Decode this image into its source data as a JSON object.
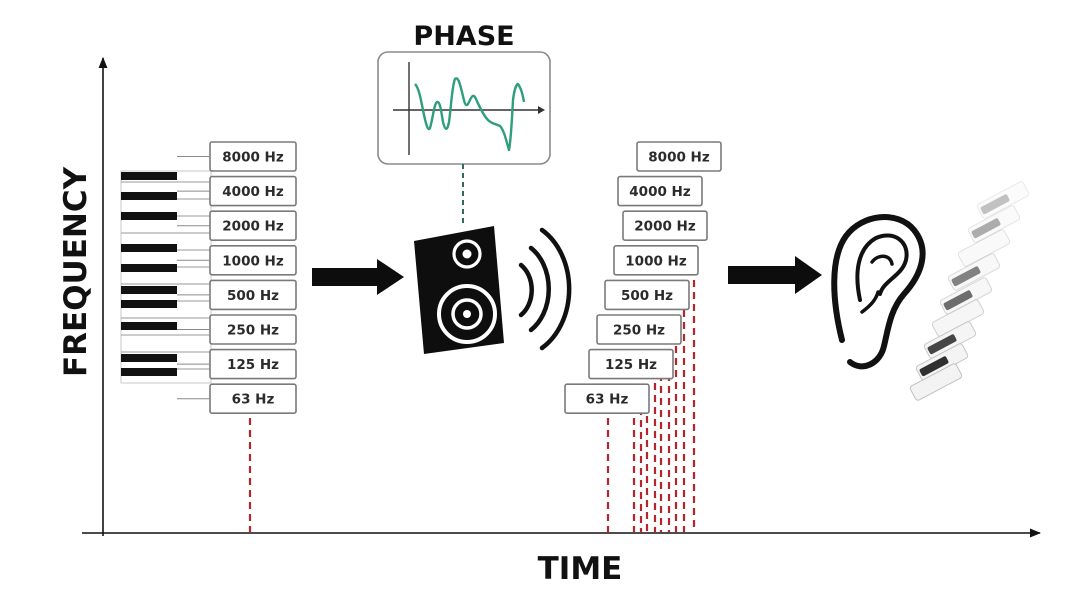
{
  "phase_label": "PHASE",
  "axes": {
    "x_label": "TIME",
    "y_label": "FREQUENCY"
  },
  "input_bands": [
    "8000 Hz",
    "4000 Hz",
    "2000 Hz",
    "1000 Hz",
    "500 Hz",
    "250 Hz",
    "125 Hz",
    "63 Hz"
  ],
  "output_bands": [
    "8000 Hz",
    "4000 Hz",
    "2000 Hz",
    "1000 Hz",
    "500 Hz",
    "250 Hz",
    "125 Hz",
    "63 Hz"
  ],
  "colors": {
    "delay_lines": "#b3262e",
    "phase_wave": "#2e9e7d",
    "ink": "#111111"
  }
}
